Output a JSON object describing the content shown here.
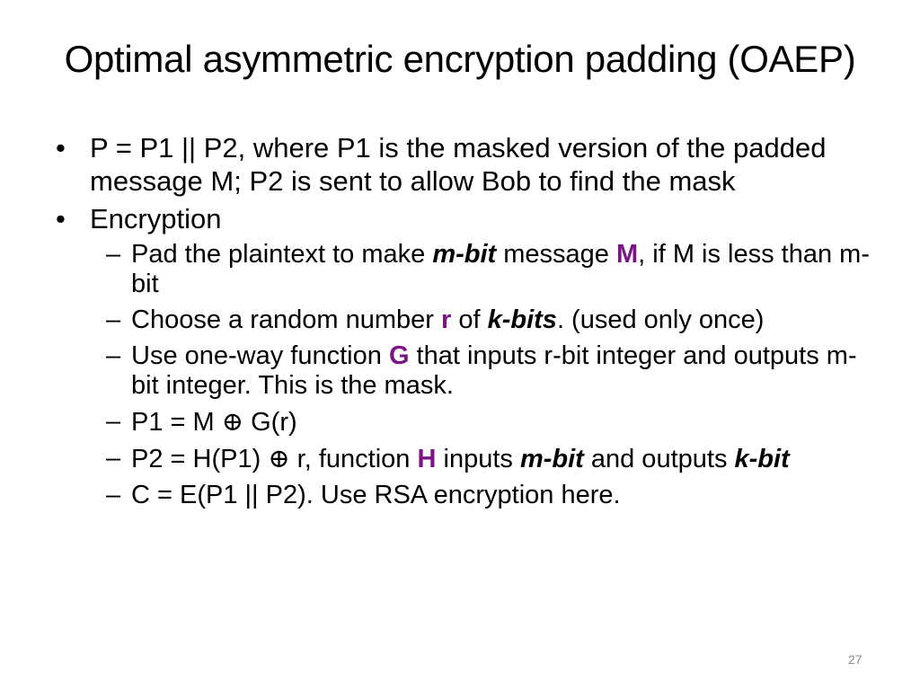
{
  "slide": {
    "title": "Optimal asymmetric encryption padding (OAEP)",
    "page_number": "27",
    "bullet_symbol": "•",
    "dash_symbol": "–",
    "accent_color": "#7b1585"
  },
  "bullets": {
    "b1": "P = P1 || P2, where P1 is the masked version of the padded message M; P2 is sent to allow Bob to find the mask",
    "b2": "Encryption"
  },
  "sub": {
    "s1": {
      "t1": "Pad the plaintext to make ",
      "t2": "m-bit",
      "t3": " message ",
      "t4": "M",
      "t5": ", if M is less than m-bit"
    },
    "s2": {
      "t1": "Choose a random number ",
      "t2": "r",
      "t3": "  of ",
      "t4": "k-bits",
      "t5": ".  (used only once)"
    },
    "s3": {
      "t1": "Use one-way function ",
      "t2": "G",
      "t3": " that inputs r-bit integer and outputs m-bit integer.  This is the mask."
    },
    "s4": {
      "t1": "P1 = M ",
      "t2": "⊕",
      "t3": " G(r)"
    },
    "s5": {
      "t1": "P2 = H(P1) ",
      "t2": "⊕",
      "t3": " r, function ",
      "t4": "H",
      "t5": " inputs ",
      "t6": "m-bit",
      "t7": " and outputs ",
      "t8": "k-bit"
    },
    "s6": {
      "t1": "C = E(P1 || P2).  Use RSA encryption here."
    }
  }
}
